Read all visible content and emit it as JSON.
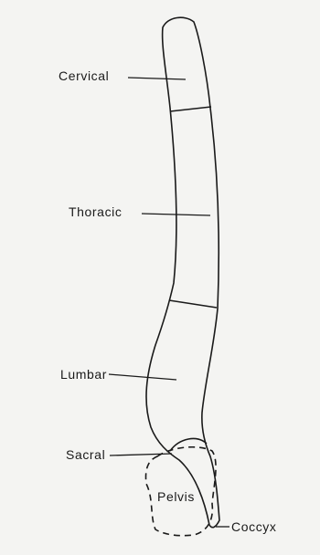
{
  "diagram": {
    "labels": {
      "cervical": "Cervical",
      "thoracic": "Thoracic",
      "lumbar": "Lumbar",
      "sacral": "Sacral",
      "pelvis": "Pelvis",
      "coccyx": "Coccyx"
    }
  }
}
